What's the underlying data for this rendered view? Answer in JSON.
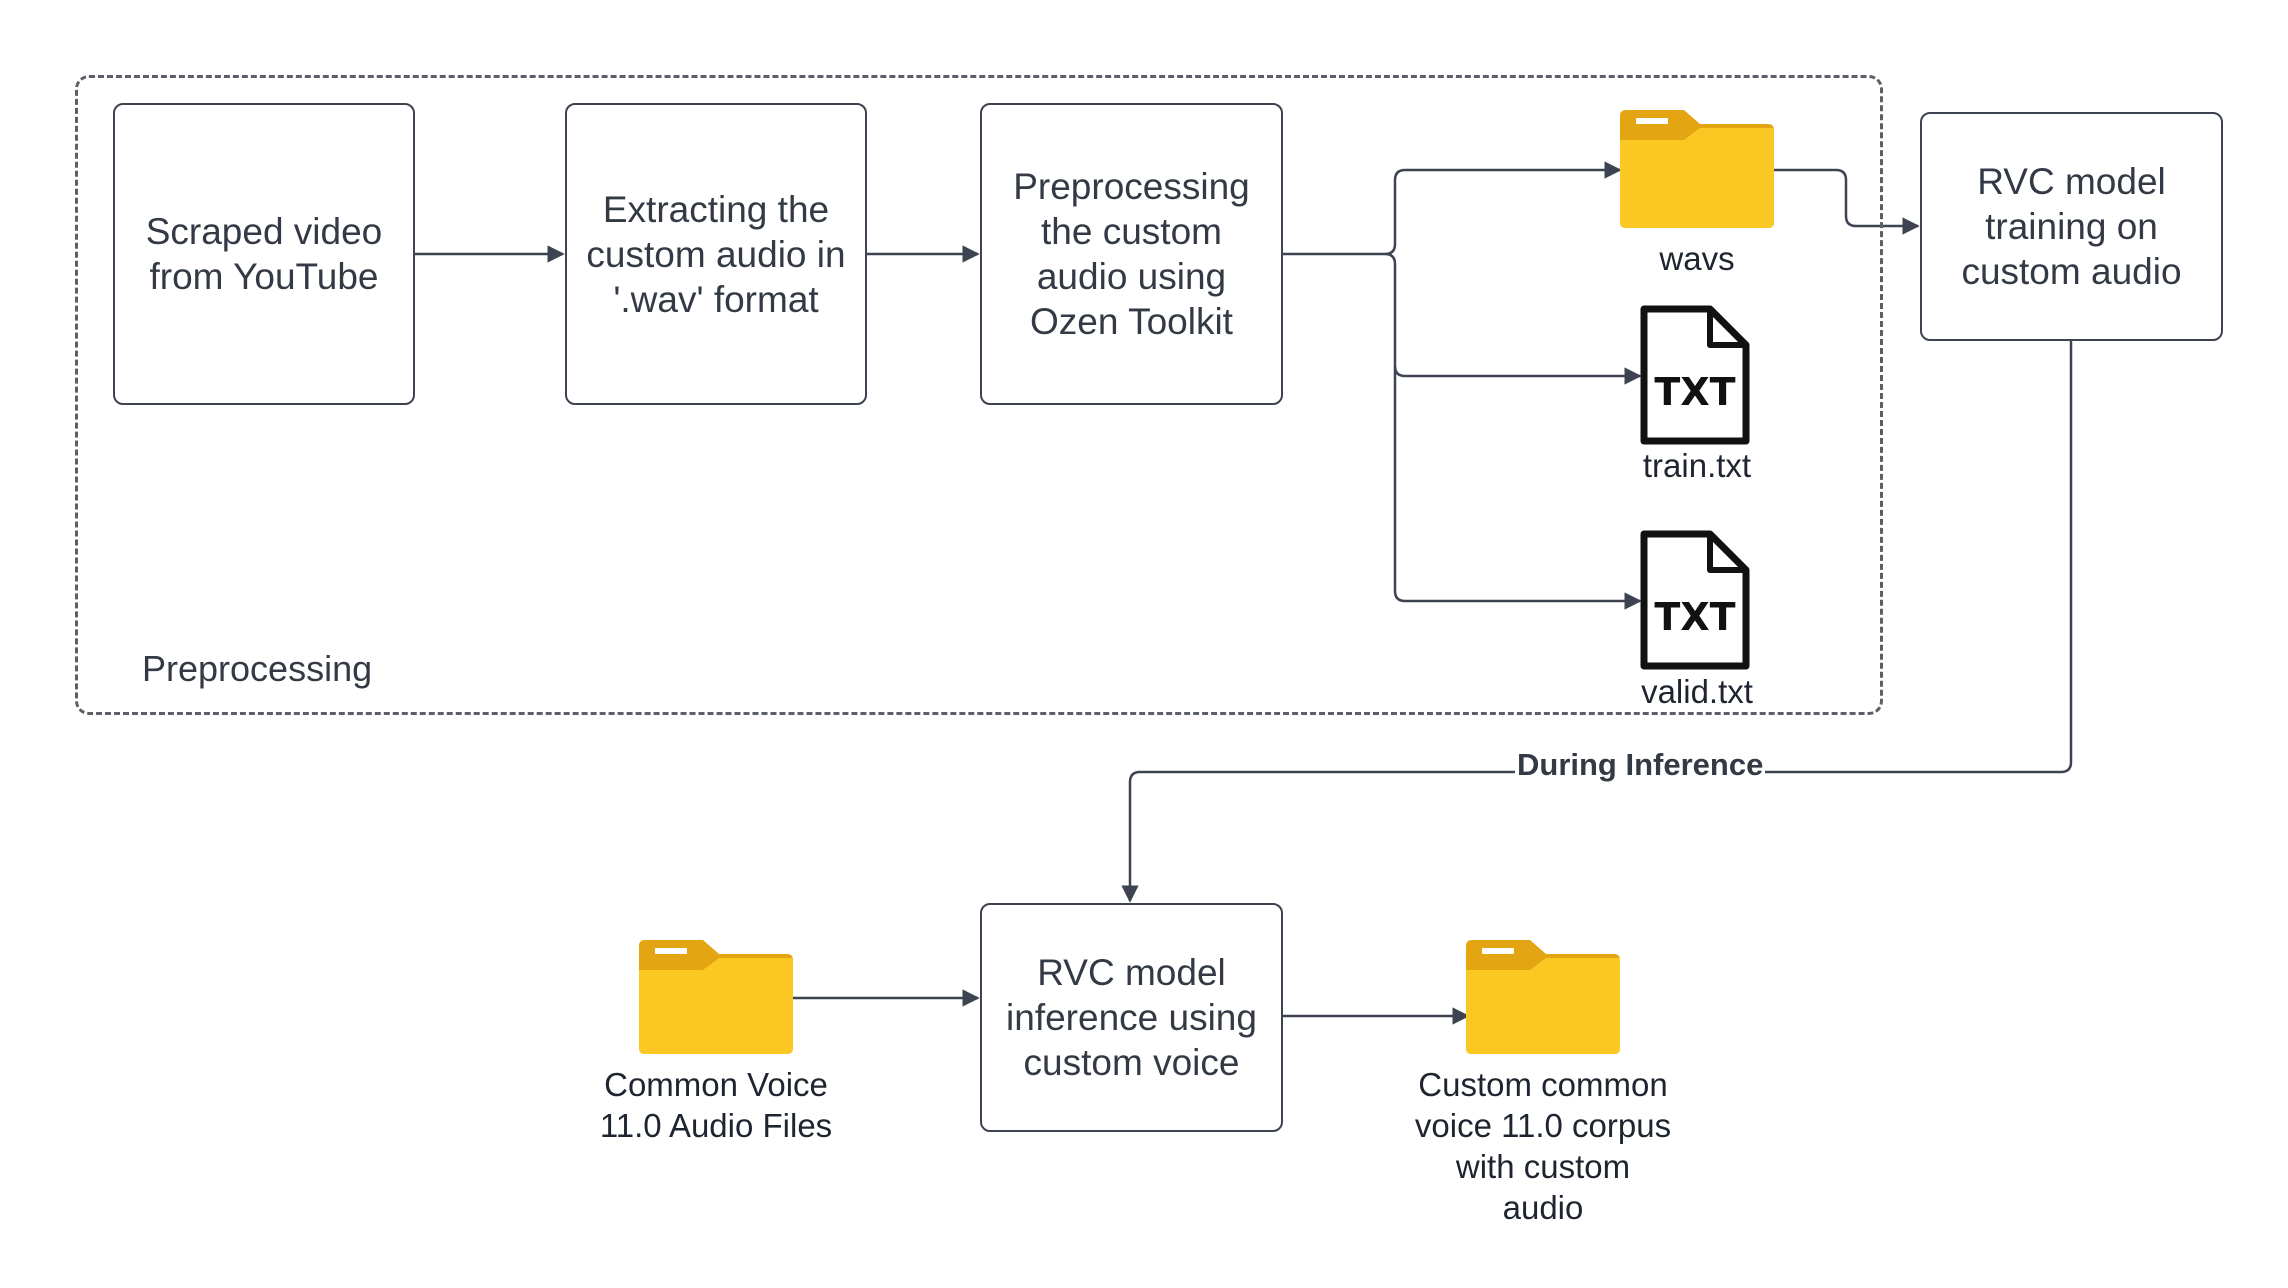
{
  "group": {
    "label": "Preprocessing"
  },
  "nodes": {
    "scrape": "Scraped video\nfrom YouTube",
    "extract": "Extracting the\ncustom audio in\n'.wav' format",
    "preprocess": "Preprocessing\nthe custom\naudio using\nOzen Toolkit",
    "training": "RVC model\ntraining on\ncustom audio",
    "inference": "RVC model\ninference using\ncustom voice"
  },
  "files": {
    "wavs": "wavs",
    "train": "train.txt",
    "valid": "valid.txt",
    "common_voice": "Common Voice\n11.0 Audio Files",
    "custom_corpus": "Custom common\nvoice 11.0 corpus\nwith custom\naudio"
  },
  "file_icon_text": "TXT",
  "edges": {
    "during_inference": "During Inference"
  },
  "colors": {
    "folder_front": "#fbc723",
    "folder_back": "#e3a612",
    "line": "#3d4350"
  }
}
